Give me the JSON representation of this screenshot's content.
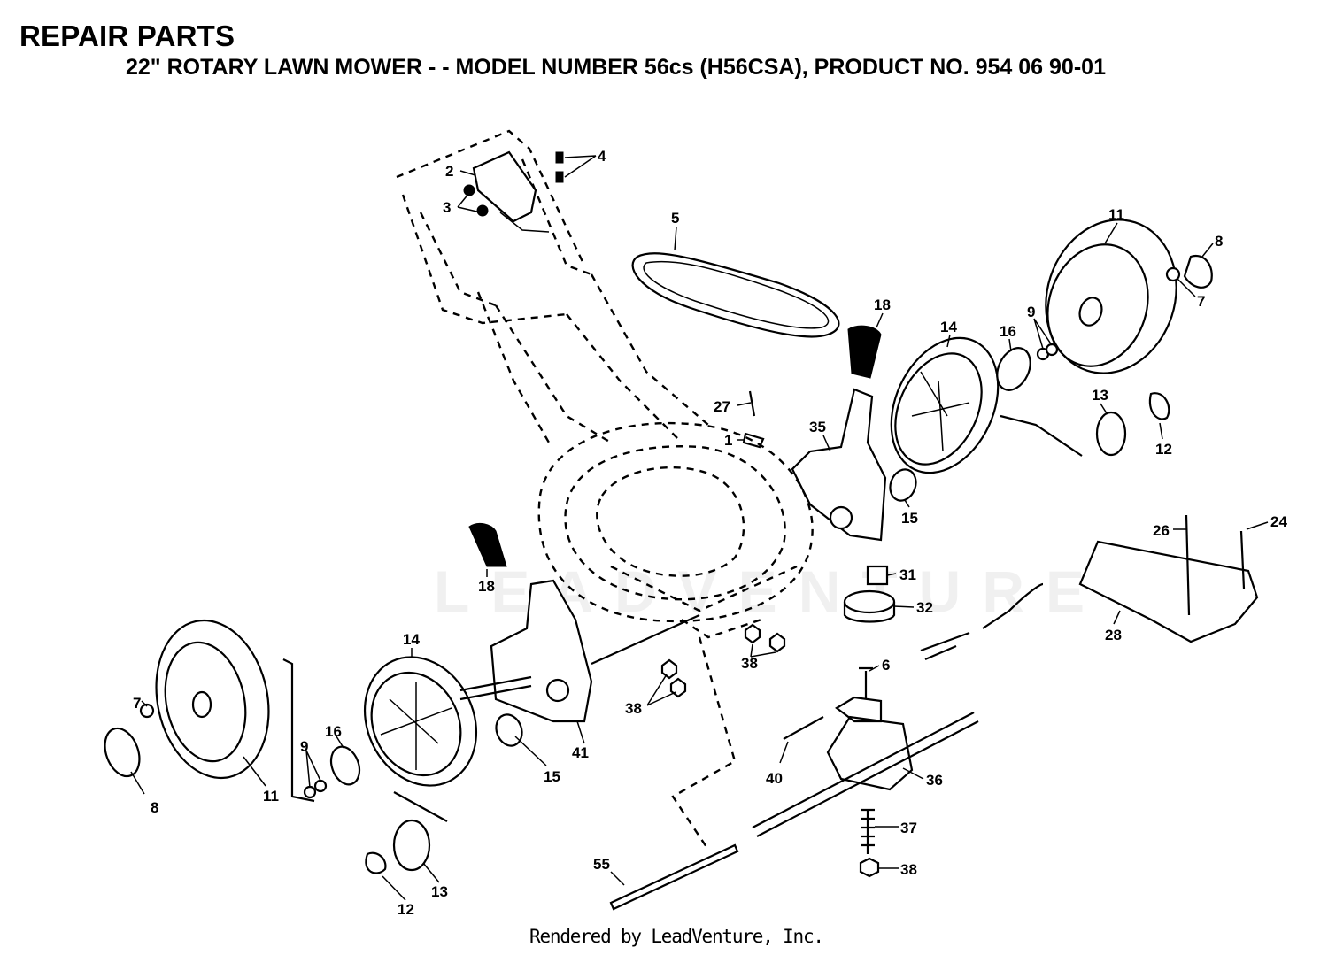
{
  "header": {
    "title": "REPAIR PARTS",
    "subtitle": "22\" ROTARY LAWN MOWER - - MODEL NUMBER 56cs (H56CSA), PRODUCT NO. 954 06 90-01"
  },
  "footer": {
    "credit": "Rendered by LeadVenture, Inc."
  },
  "watermark": "LEADVENTURE",
  "callouts": [
    {
      "label": "2"
    },
    {
      "label": "4"
    },
    {
      "label": "3"
    },
    {
      "label": "5"
    },
    {
      "label": "11"
    },
    {
      "label": "8"
    },
    {
      "label": "7"
    },
    {
      "label": "9"
    },
    {
      "label": "16"
    },
    {
      "label": "14"
    },
    {
      "label": "18"
    },
    {
      "label": "27"
    },
    {
      "label": "1"
    },
    {
      "label": "35"
    },
    {
      "label": "13"
    },
    {
      "label": "12"
    },
    {
      "label": "15"
    },
    {
      "label": "26"
    },
    {
      "label": "24"
    },
    {
      "label": "18"
    },
    {
      "label": "31"
    },
    {
      "label": "32"
    },
    {
      "label": "28"
    },
    {
      "label": "14"
    },
    {
      "label": "38"
    },
    {
      "label": "6"
    },
    {
      "label": "38"
    },
    {
      "label": "7"
    },
    {
      "label": "16"
    },
    {
      "label": "9"
    },
    {
      "label": "41"
    },
    {
      "label": "15"
    },
    {
      "label": "40"
    },
    {
      "label": "36"
    },
    {
      "label": "8"
    },
    {
      "label": "11"
    },
    {
      "label": "37"
    },
    {
      "label": "55"
    },
    {
      "label": "38"
    },
    {
      "label": "12"
    },
    {
      "label": "13"
    }
  ]
}
